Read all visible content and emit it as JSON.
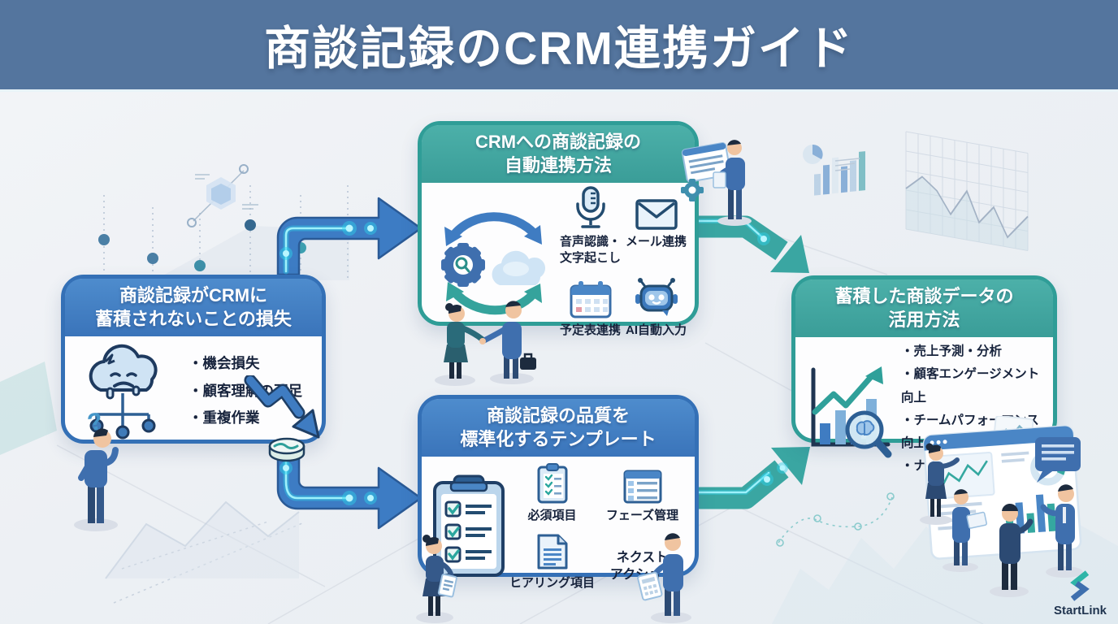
{
  "title": "商談記録のCRM連携ガイド",
  "boxes": {
    "loss": {
      "title": "商談記録がCRMに\n蓄積されないことの損失",
      "icon": "sad-cloud-network-icon",
      "bullets": [
        "・機会損失",
        "・顧客理解の不足",
        "・重複作業"
      ]
    },
    "auto": {
      "title": "CRMへの商談記録の\n自動連携方法",
      "icon": "gear-cloud-sync-icon",
      "items": [
        {
          "icon": "microphone-icon",
          "label": "音声認識・\n文字起こし"
        },
        {
          "icon": "mail-icon",
          "label": "メール連携"
        },
        {
          "icon": "calendar-icon",
          "label": "予定表連携"
        },
        {
          "icon": "robot-icon",
          "label": "AI自動入力"
        }
      ]
    },
    "template": {
      "title": "商談記録の品質を\n標準化するテンプレート",
      "icon": "clipboard-checklist-icon",
      "items": [
        {
          "icon": "checklist-icon",
          "label": "必須項目"
        },
        {
          "icon": "phase-table-icon",
          "label": "フェーズ管理"
        },
        {
          "icon": "document-icon",
          "label": "ヒアリング項目"
        },
        {
          "icon": "none",
          "label": "ネクスト\nアクション"
        }
      ]
    },
    "usage": {
      "title": "蓄積した商談データの\n活用方法",
      "icon": "growth-chart-magnifier-icon",
      "bullets": [
        "・売上予測・分析",
        "・顧客エンゲージメント向上",
        "・チームパフォーマンス向上",
        "・ナレッジ共有"
      ]
    }
  },
  "decor": {
    "question_mark": "?"
  },
  "logo": {
    "text": "StartLink"
  },
  "colors": {
    "banner": "#54759E",
    "blue_header": "#3F7CC2",
    "blue_border": "#3470B6",
    "teal_header": "#43A9A3",
    "teal_border": "#2F9D97",
    "arrow_blue": "#3D7CC4",
    "arrow_teal": "#3AA6A2",
    "glow_cyan": "#4FE0F2",
    "text_dark": "#17233C",
    "page_bg": "#EEF1F5"
  }
}
